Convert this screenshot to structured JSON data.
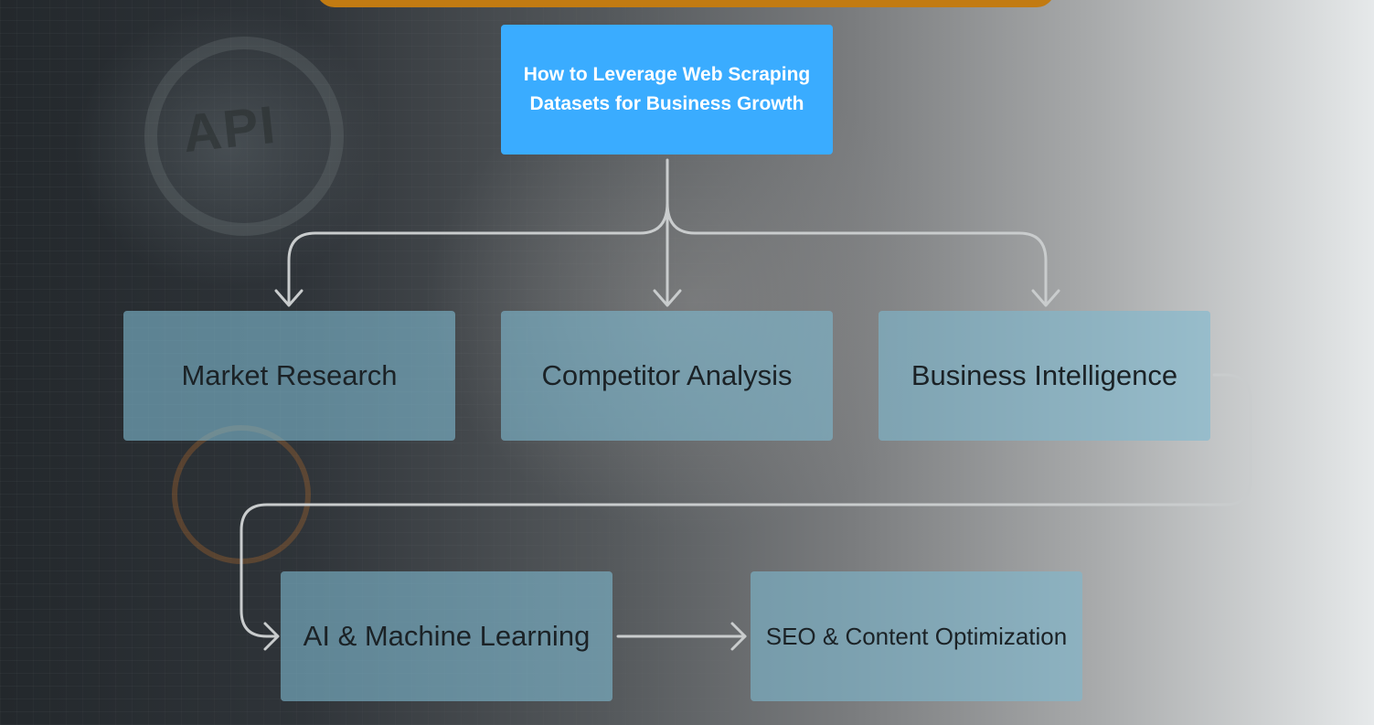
{
  "title": "How to Leverage Web Scraping\nDatasets for Business Growth",
  "background_text": "API",
  "nodes": [
    {
      "id": "market-research",
      "label": "Market Research"
    },
    {
      "id": "competitor-analysis",
      "label": "Competitor Analysis"
    },
    {
      "id": "business-intelligence",
      "label": "Business Intelligence"
    },
    {
      "id": "ai-machine-learning",
      "label": "AI & Machine Learning"
    },
    {
      "id": "seo-content-optimization",
      "label": "SEO & Content Optimization"
    }
  ],
  "colors": {
    "title_box": "#3aacff",
    "node_box": "#7eb8ce",
    "top_bar": "#c27b12",
    "connector": "#c9cccd"
  }
}
